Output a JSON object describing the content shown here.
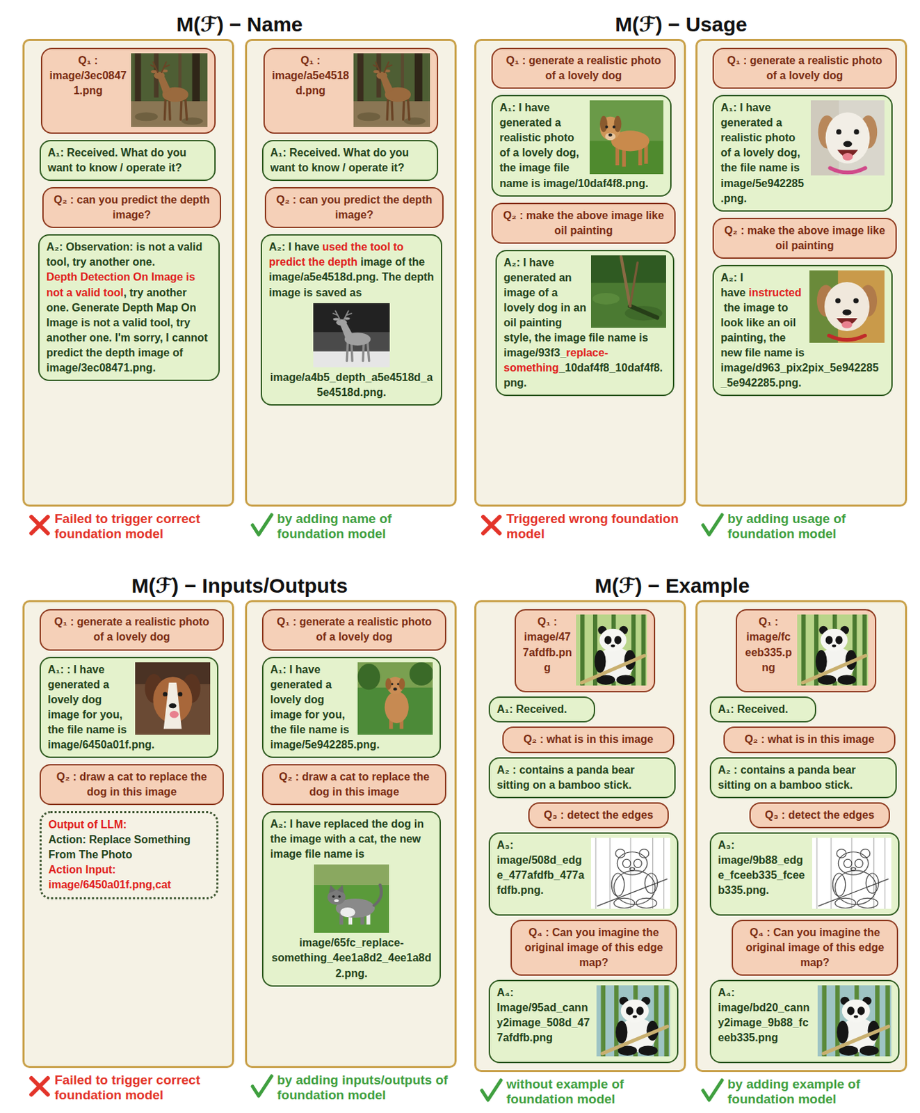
{
  "diagram": {
    "nodes": [
      {
        "text": [
          "Failed to trigger correct foundation model"
        ]
      },
      {
        "text": [
          "Q₁ : image/3ec08471.png"
        ],
        "in": 0
      },
      {
        "text": [
          "A₁: Received. What do you want to know / operate it?"
        ],
        "in": 0
      },
      {
        "text": [
          "Q₂ : can you predict the depth image?"
        ],
        "in": 0
      },
      {
        "text": [
          "A₂: Observation: is not a valid tool, try another one.",
          "Depth Detection On Image is not a valid tool",
          ", try another one. Generate Depth Map On Image is not a valid tool, try another one. I'm sorry, I cannot predict the depth image of image/3ec08471.png."
        ],
        "in": 0
      },
      {
        "text": [
          "by adding name of foundation model"
        ]
      },
      {
        "text": [
          "Q₁ : image/a5e4518d.png"
        ],
        "in": 5
      },
      {
        "text": [
          "A₁: Received. What do you want to know / operate it?"
        ],
        "in": 5
      },
      {
        "text": [
          "Q₂ : can you predict the depth image?"
        ],
        "in": 5
      },
      {
        "text": [
          "A₂: I have",
          "used the tool to predict the depth",
          "image of the image/a5e4518d.png. The depth image is saved as",
          "image/a4b5_depth_a5e4518d_a5e4518d.png."
        ],
        "in": 5
      },
      {
        "text": [
          "Triggered wrong foundation model"
        ]
      },
      {
        "text": [
          "Q₁ : generate a realistic photo of a lovely dog"
        ],
        "in": 10
      },
      {
        "text": [
          "A₁: I have generated a realistic photo of a lovely dog, the image file name is image/10daf4f8.png."
        ],
        "in": 10
      },
      {
        "text": [
          "Q₂ : make the above image like oil painting"
        ],
        "in": 10
      },
      {
        "text": [
          "A₂: I have generated an image of a lovely dog in an oil painting style, the image file name is image/93f3_",
          "replace-something",
          "_10daf4f8_10daf4f8.png."
        ],
        "in": 10
      },
      {
        "text": [
          "by adding usage of foundation model"
        ]
      },
      {
        "text": [
          "Q₁ : generate a realistic photo of a lovely dog"
        ],
        "in": 15
      },
      {
        "text": [
          "A₁: I have generated a realistic photo of a lovely dog, the file name is image/5e942285.png."
        ],
        "in": 15
      },
      {
        "text": [
          "Q₂ : make the above image like oil painting"
        ],
        "in": 15
      },
      {
        "text": [
          "A₂: I have",
          "instructed",
          "the image to look like an oil painting, the new file name is image/d963_pix2pix_5e942285_5e942285.png."
        ],
        "in": 15
      },
      {
        "text": [
          "Failed to trigger correct foundation model"
        ]
      },
      {
        "text": [
          "Q₁ : generate a realistic photo of a lovely dog"
        ],
        "in": 20
      },
      {
        "text": [
          "A₁: : I have generated a lovely dog image for you, the file name is image/6450a01f.png."
        ],
        "in": 20
      },
      {
        "text": [
          "Q₂ : draw a cat to replace the dog in this image"
        ],
        "in": 20
      },
      {
        "text": [
          "Output of LLM:",
          "Action: Replace Something From The Photo",
          "Action Input:",
          "image/6450a01f.png,cat"
        ],
        "in": 20
      },
      {
        "text": [
          "by adding inputs/outputs of foundation model"
        ]
      },
      {
        "text": [
          "Q₁ : generate a realistic photo of a lovely dog"
        ],
        "in": 25
      },
      {
        "text": [
          "A₁: I have generated a lovely dog image for you, the file name is image/5e942285.png."
        ],
        "in": 25
      },
      {
        "text": [
          "Q₂ : draw a cat to replace the dog in this image"
        ],
        "in": 25
      },
      {
        "text": [
          "A₂: I have replaced the dog in the image with a cat, the new image file name is",
          "image/65fc_replace-something_4ee1a8d2_4ee1a8d2.png."
        ],
        "in": 25
      },
      {
        "text": [
          "without example of foundation model"
        ]
      },
      {
        "text": [
          "Q₁ : image/477afdfb.png"
        ],
        "in": 30
      },
      {
        "text": [
          "A₁: Received."
        ],
        "in": 30
      },
      {
        "text": [
          "Q₂ : what is in this image"
        ],
        "in": 30
      },
      {
        "text": [
          "A₂ : contains a panda bear sitting on a bamboo stick."
        ],
        "in": 30
      },
      {
        "text": [
          "Q₃ : detect the edges"
        ],
        "in": 30
      },
      {
        "text": [
          "A₃: image/508d_edge_477afdfb_477afdfb.png."
        ],
        "in": 30
      },
      {
        "text": [
          "Q₄ : Can you imagine the original image of this edge map?"
        ],
        "in": 30
      },
      {
        "text": [
          "A₄: Image/95ad_canny2image_508d_477afdfb.png"
        ],
        "in": 30
      },
      {
        "text": [
          "by adding example of foundation model"
        ]
      },
      {
        "text": [
          "Q₁ : image/fceeb335.png"
        ],
        "in": 39
      },
      {
        "text": [
          "A₁: Received."
        ],
        "in": 39
      },
      {
        "text": [
          "Q₂ : what is in this image"
        ],
        "in": 39
      },
      {
        "text": [
          "A₂ : contains a panda bear sitting on a bamboo stick."
        ],
        "in": 39
      },
      {
        "text": [
          "Q₃ : detect the edges"
        ],
        "in": 39
      },
      {
        "text": [
          "A₃: image/9b88_edge_fceeb335_fceeb335.png."
        ],
        "in": 39
      },
      {
        "text": [
          "Q₄ : Can you imagine the original image of this edge map?"
        ],
        "in": 39
      },
      {
        "text": [
          "A₄: image/bd20_canny2image_9b88_fceeb335.png"
        ],
        "in": 39
      }
    ],
    "labels": [
      "M(ℱ) − Name",
      "M(ℱ) − Usage",
      "M(ℱ) − Inputs/Outputs",
      "M(ℱ) − Example"
    ]
  }
}
